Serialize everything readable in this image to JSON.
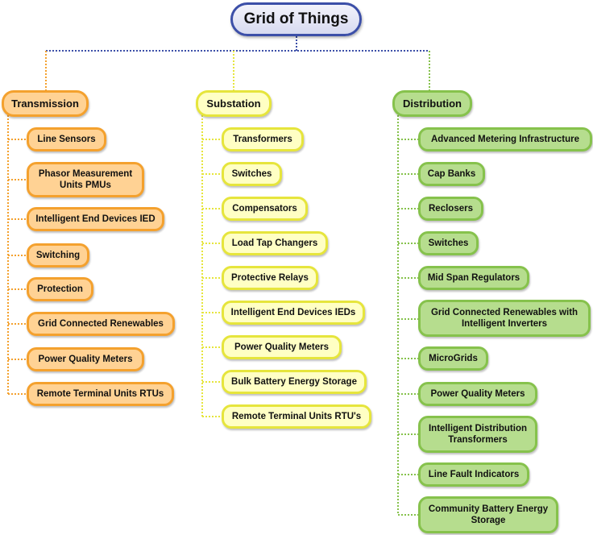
{
  "root": {
    "label": "Grid of Things"
  },
  "colors": {
    "root": "#3c4fa8",
    "transmission": "#f4a12e",
    "substation": "#e6e53c",
    "distribution": "#86c24c"
  },
  "transmission": {
    "label": "Transmission",
    "items": [
      "Line Sensors",
      "Phasor Measurement Units PMUs",
      "Intelligent End Devices IED",
      "Switching",
      "Protection",
      "Grid Connected Renewables",
      "Power Quality Meters",
      "Remote Terminal Units RTUs"
    ]
  },
  "substation": {
    "label": "Substation",
    "items": [
      "Transformers",
      "Switches",
      "Compensators",
      "Load Tap Changers",
      "Protective Relays",
      "Intelligent End Devices IEDs",
      "Power Quality  Meters",
      "Bulk Battery Energy Storage",
      "Remote Terminal Units RTU's"
    ]
  },
  "distribution": {
    "label": "Distribution",
    "items": [
      "Advanced Metering Infrastructure",
      "Cap Banks",
      "Reclosers",
      "Switches",
      "Mid Span Regulators",
      "Grid Connected Renewables with Intelligent Inverters",
      "MicroGrids",
      "Power Quality  Meters",
      "Intelligent Distribution Transformers",
      "Line Fault Indicators",
      "Community Battery Energy Storage"
    ]
  }
}
